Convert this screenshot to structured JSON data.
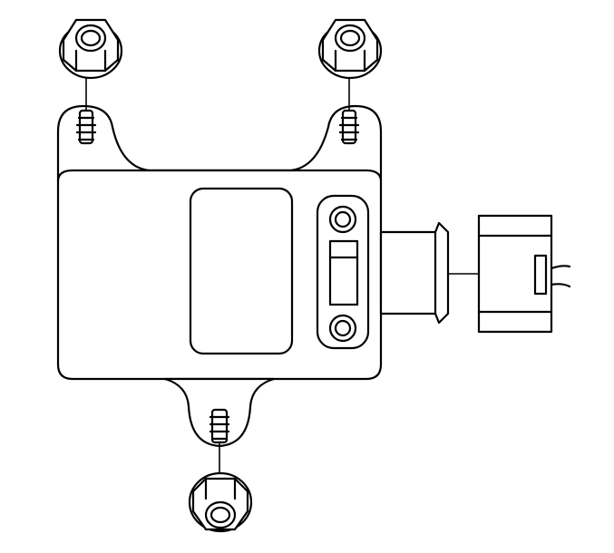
{
  "diagram": {
    "colors": {
      "line": "#000000",
      "fill": "#ffffff"
    },
    "parts": {
      "module": "module-body",
      "window": "module-window",
      "connector_socket": "connector-socket",
      "harness_connector": "harness-connector",
      "fasteners": [
        "nut-top-left",
        "nut-top-right",
        "nut-bottom"
      ],
      "studs": [
        "stud-top-left",
        "stud-top-right",
        "stud-bottom"
      ]
    }
  }
}
